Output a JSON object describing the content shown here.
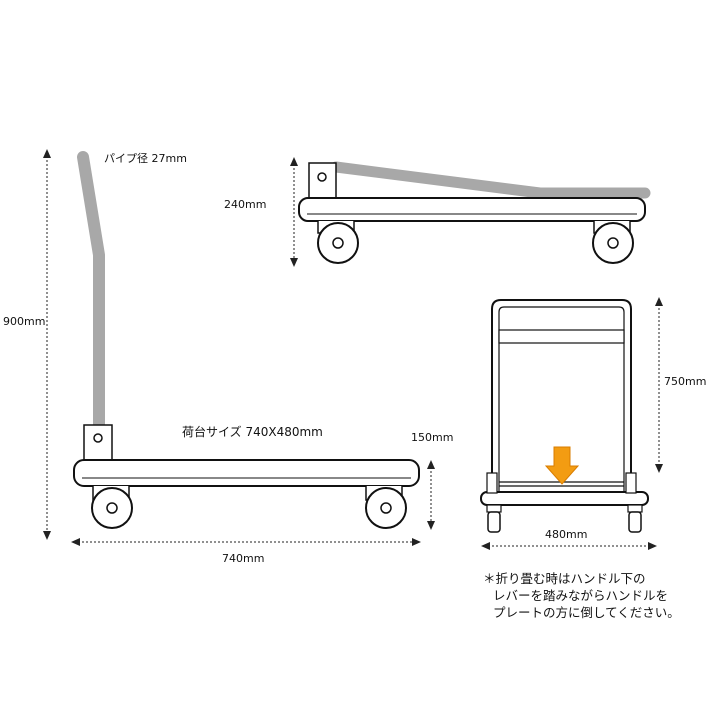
{
  "labels": {
    "pipe_diameter": "パイプ径 27mm",
    "total_height": "900mm",
    "deck_size": "荷台サイズ 740X480mm",
    "deck_height": "150mm",
    "overall_length": "740mm",
    "folded_height": "240mm",
    "rear_height": "750mm",
    "rear_width": "480mm"
  },
  "note": {
    "line1": "＊折り畳む時はハンドル下の",
    "line2": "レバーを踏みながらハンドルを",
    "line3": "プレートの方に倒してください。"
  },
  "colors": {
    "handle": "#a8a8a8",
    "outline": "#111111",
    "dimension": "#222222",
    "arrow": "#f39c12"
  }
}
